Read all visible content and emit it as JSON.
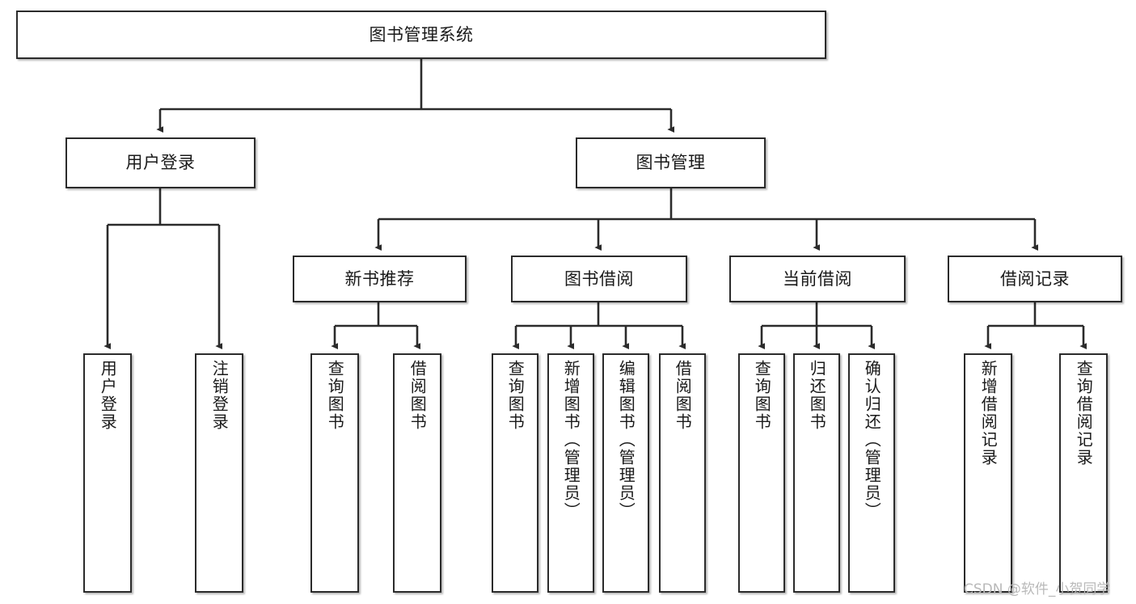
{
  "diagram": {
    "title": "图书管理系统",
    "type": "tree",
    "orientation": "top-down",
    "colors": {
      "node_border": "#2b2b2b",
      "node_fill": "#ffffff",
      "connector": "#2b2b2b",
      "text": "#1a1a1a",
      "watermark": "#b9b9b9",
      "canvas": "#ffffff"
    },
    "nodes": {
      "root": {
        "label": "图书管理系统"
      },
      "level2": [
        {
          "label": "用户登录"
        },
        {
          "label": "图书管理"
        }
      ],
      "level3": [
        {
          "label": "新书推荐"
        },
        {
          "label": "图书借阅"
        },
        {
          "label": "当前借阅"
        },
        {
          "label": "借阅记录"
        }
      ],
      "leaves_user_login": [
        {
          "label": "用户登录"
        },
        {
          "label": "注销登录"
        }
      ],
      "leaves_new_book": [
        {
          "label": "查询图书"
        },
        {
          "label": "借阅图书"
        }
      ],
      "leaves_borrow": [
        {
          "label": "查询图书"
        },
        {
          "label": "新增图书（管理员）"
        },
        {
          "label": "编辑图书（管理员）"
        },
        {
          "label": "借阅图书"
        }
      ],
      "leaves_current": [
        {
          "label": "查询图书"
        },
        {
          "label": "归还图书"
        },
        {
          "label": "确认归还（管理员）"
        }
      ],
      "leaves_record": [
        {
          "label": "新增借阅记录"
        },
        {
          "label": "查询借阅记录"
        }
      ]
    },
    "watermark": "CSDN @软件_小贺同学"
  }
}
